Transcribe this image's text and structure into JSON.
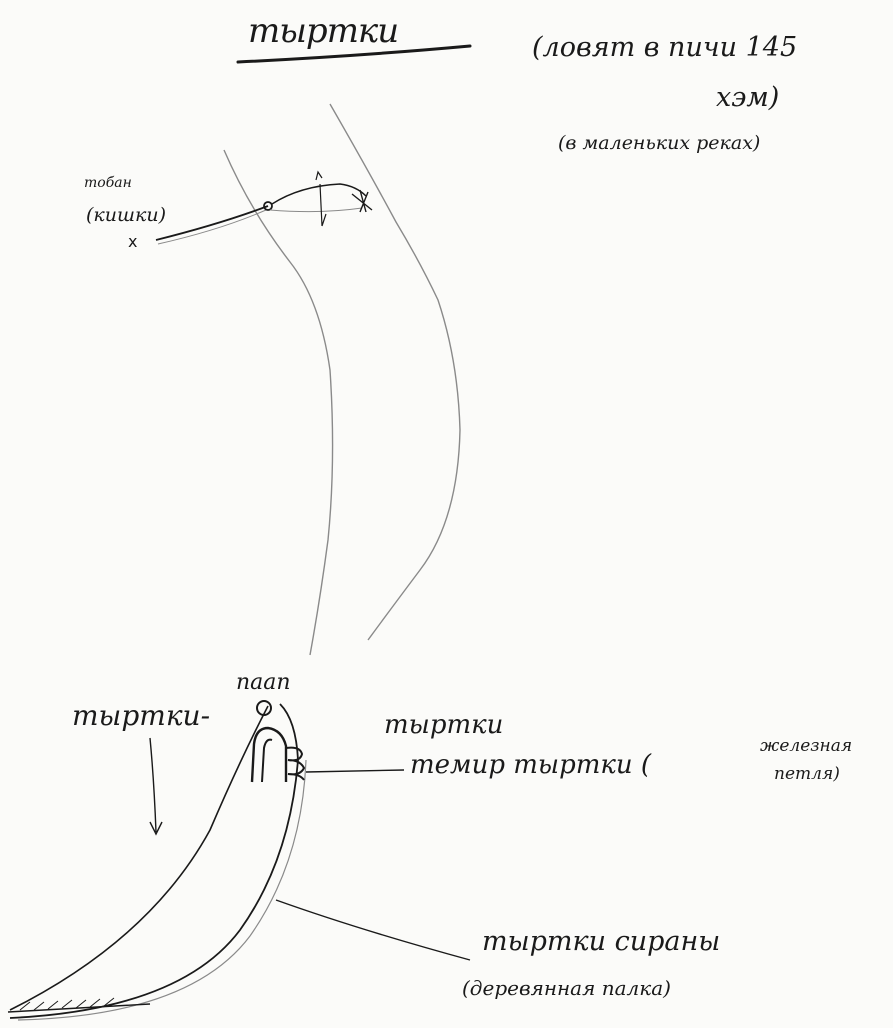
{
  "sketch": {
    "title": "тыртки",
    "note_line1": "(ловят в пичи 145",
    "note_line2": "хэм)",
    "note_line3": "(в маленьких реках)",
    "bark_label": "тобан",
    "bark_translation": "(кишки)",
    "mark_x": "x",
    "trap_label": "тыртки-",
    "loop_label": "паап",
    "trap_name": "тыртки",
    "wire_label": "темир тыртки (",
    "wire_translation_line1": "железная",
    "wire_translation_line2": "петля)",
    "pole_label": "тыртки сираны",
    "pole_translation": "(деревянная палка)"
  },
  "colors": {
    "ink": "#1a1a1a",
    "pencil": "#8a8a8a",
    "paper": "#fbfbf9"
  }
}
